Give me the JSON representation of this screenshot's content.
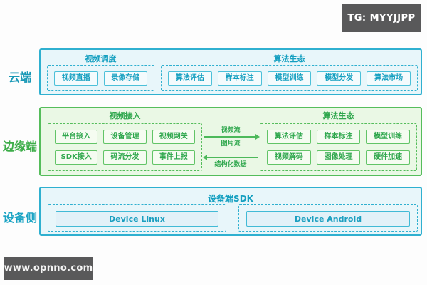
{
  "badge": {
    "label": "TG: MYYJJPP"
  },
  "site_watermark": {
    "label": "www.opnno.com"
  },
  "colors": {
    "blue_accent": "#2fb0d0",
    "green_accent": "#55bd5b",
    "blue_text": "#149fc0",
    "green_text": "#2fa74d",
    "badge_bg": "#59595a"
  },
  "cloud": {
    "label": "云端",
    "video_dispatch": {
      "title": "视频调度",
      "items": [
        "视频直播",
        "录像存储"
      ]
    },
    "algo_eco": {
      "title": "算法生态",
      "items": [
        "算法评估",
        "样本标注",
        "模型训练",
        "模型分发",
        "算法市场"
      ]
    }
  },
  "edge": {
    "label": "边缘端",
    "video_access": {
      "title": "视频接入",
      "items": [
        "平台接入",
        "设备管理",
        "视频网关",
        "SDK接入",
        "码流分发",
        "事件上报"
      ]
    },
    "algo_eco": {
      "title": "算法生态",
      "items": [
        "算法评估",
        "样本标注",
        "模型训练",
        "视频解码",
        "图像处理",
        "硬件加速"
      ]
    },
    "flows": {
      "video_stream": "视频流",
      "image_stream": "图片流",
      "structured_data": "结构化数据"
    }
  },
  "device": {
    "label": "设备侧",
    "title": "设备端SDK",
    "platforms": [
      "Device Linux",
      "Device Android"
    ]
  }
}
